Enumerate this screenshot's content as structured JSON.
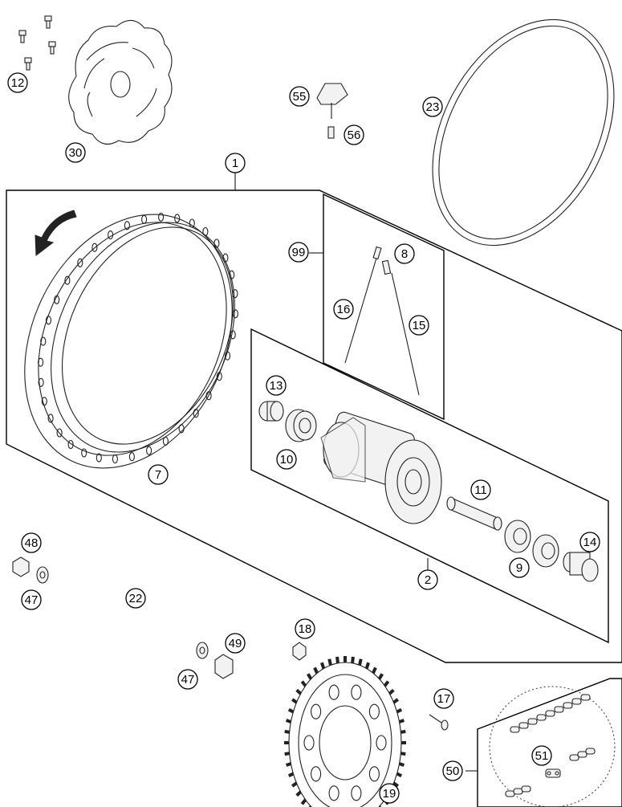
{
  "diagram": {
    "type": "exploded-parts-diagram",
    "callouts": [
      {
        "id": "c1",
        "label": "1"
      },
      {
        "id": "c2",
        "label": "2"
      },
      {
        "id": "c7",
        "label": "7"
      },
      {
        "id": "c8",
        "label": "8"
      },
      {
        "id": "c9",
        "label": "9"
      },
      {
        "id": "c10",
        "label": "10"
      },
      {
        "id": "c11",
        "label": "11"
      },
      {
        "id": "c12",
        "label": "12"
      },
      {
        "id": "c13",
        "label": "13"
      },
      {
        "id": "c14",
        "label": "14"
      },
      {
        "id": "c15",
        "label": "15"
      },
      {
        "id": "c16",
        "label": "16"
      },
      {
        "id": "c17",
        "label": "17"
      },
      {
        "id": "c18",
        "label": "18"
      },
      {
        "id": "c19",
        "label": "19"
      },
      {
        "id": "c22",
        "label": "22"
      },
      {
        "id": "c23",
        "label": "23"
      },
      {
        "id": "c30",
        "label": "30"
      },
      {
        "id": "c47a",
        "label": "47"
      },
      {
        "id": "c47b",
        "label": "47"
      },
      {
        "id": "c48",
        "label": "48"
      },
      {
        "id": "c49",
        "label": "49"
      },
      {
        "id": "c50",
        "label": "50"
      },
      {
        "id": "c51",
        "label": "51"
      },
      {
        "id": "c55",
        "label": "55"
      },
      {
        "id": "c56",
        "label": "56"
      },
      {
        "id": "c99",
        "label": "99"
      }
    ]
  }
}
